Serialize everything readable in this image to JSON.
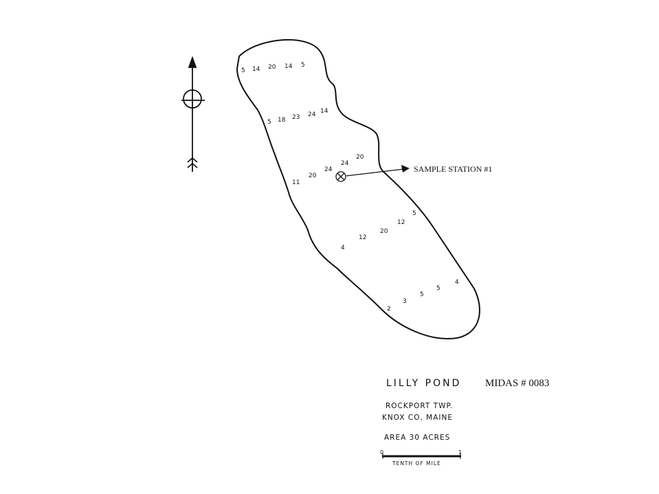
{
  "map": {
    "pond_name": "LILLY POND",
    "midas": "MIDAS # 0083",
    "township": "ROCKPORT TWP.",
    "county": "KNOX CO, MAINE",
    "area": "AREA 30 ACRES",
    "scale": {
      "start": "0",
      "end": "1",
      "unit": "TENTH OF MILE"
    },
    "station_label": "SAMPLE STATION #1",
    "depth_soundings": [
      "5",
      "14",
      "20",
      "14",
      "5",
      "5",
      "18",
      "23",
      "24",
      "14",
      "11",
      "20",
      "24",
      "24",
      "20",
      "4",
      "12",
      "20",
      "12",
      "5",
      "2",
      "3",
      "5",
      "5",
      "4"
    ],
    "north_arrow_icon": "north-arrow-icon",
    "station_icon": "sample-station-icon",
    "colors": {
      "ink": "#111111",
      "background": "#ffffff"
    }
  }
}
